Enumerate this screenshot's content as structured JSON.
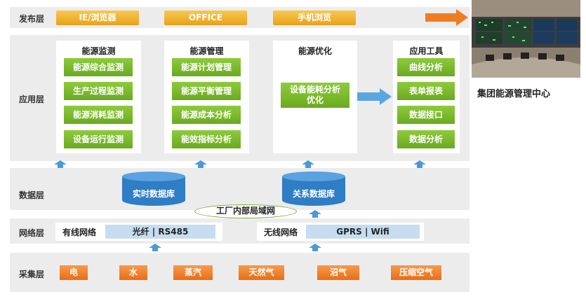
{
  "layers": {
    "publish": "发布层",
    "application": "应用层",
    "data": "数据层",
    "network": "网络层",
    "collection": "采集层"
  },
  "publish_items": [
    "IE/浏览器",
    "OFFICE",
    "手机浏览"
  ],
  "panels": [
    {
      "title": "能源监测",
      "items": [
        "能源综合监测",
        "生产过程监测",
        "能源消耗监测",
        "设备运行监测"
      ]
    },
    {
      "title": "能源管理",
      "items": [
        "能源计划管理",
        "能源平衡管理",
        "能源成本分析",
        "能效指标分析"
      ]
    },
    {
      "title": "能源优化",
      "items": [
        "设备能耗分析",
        "优化"
      ]
    },
    {
      "title": "应用工具",
      "items": [
        "曲线分析",
        "表单报表",
        "数据接口",
        "数据分析"
      ]
    }
  ],
  "databases": [
    "实时数据库",
    "关系数据库"
  ],
  "lan": "工厂内部局域网",
  "network": {
    "wired_label": "有线网络",
    "wired_value": "光纤 | RS485",
    "wireless_label": "无线网络",
    "wireless_value": "GPRS | Wifi"
  },
  "collection_items": [
    "电",
    "水",
    "蒸汽",
    "天然气",
    "沼气",
    "压缩空气"
  ],
  "center": "集团能源管理中心",
  "colors": {
    "gold": "#f0b532",
    "green": "#7aba2c",
    "orange": "#ef7d22",
    "blue": "#4a9ad8",
    "band": "#ececec"
  }
}
